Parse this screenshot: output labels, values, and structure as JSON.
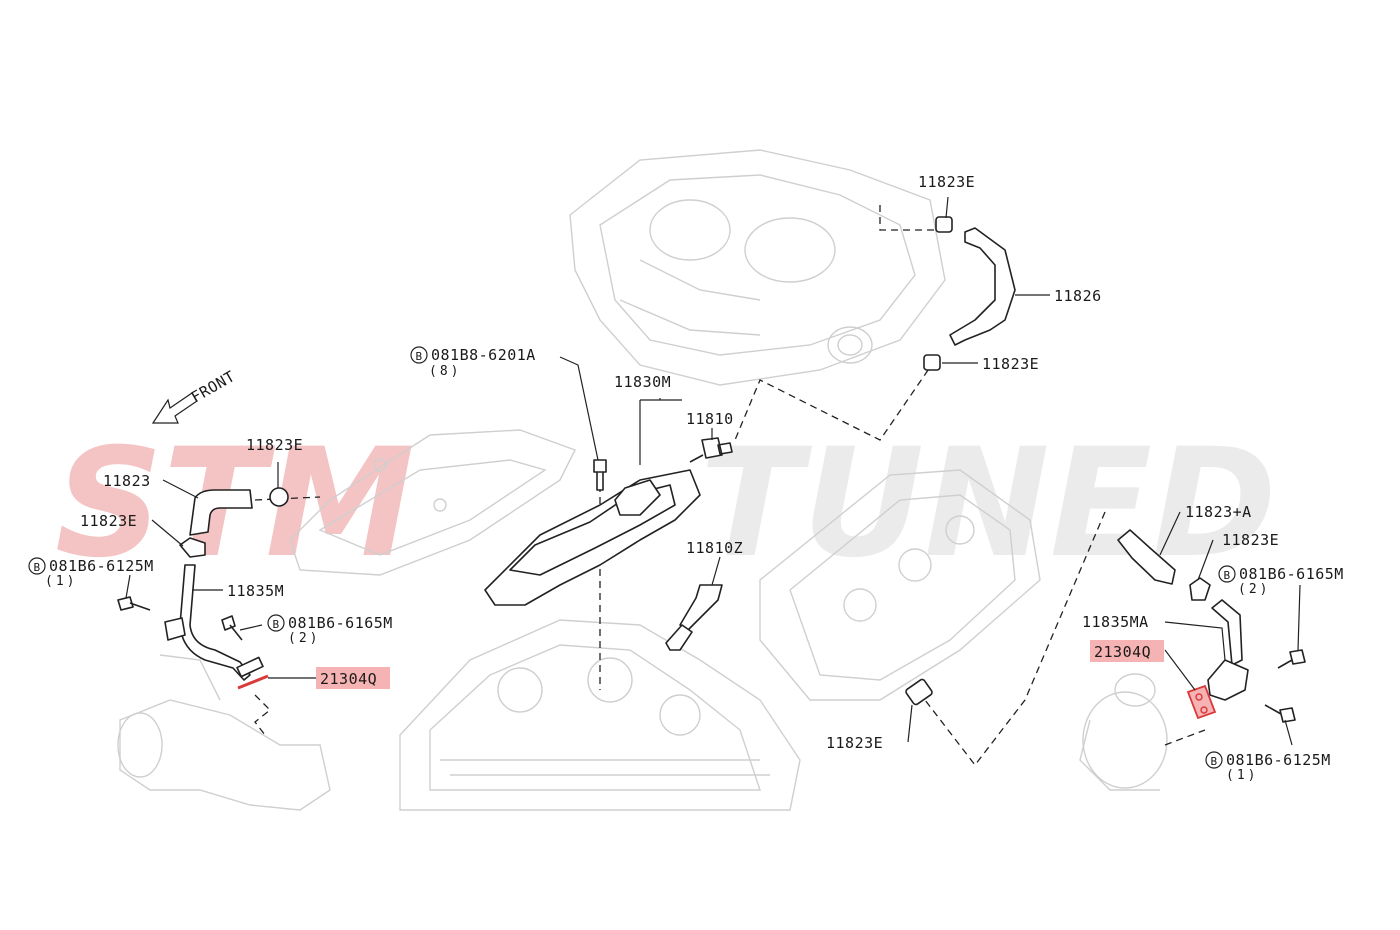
{
  "watermark": {
    "left": "STM",
    "right": "TUNED",
    "left_color": "#f4c3c3",
    "right_color": "#ebebeb"
  },
  "front_label": "FRONT",
  "highlight_color": "#f6b3b3",
  "accent_color": "#d93a3a",
  "labels": {
    "l_11823e_top": "11823E",
    "l_11826": "11826",
    "l_11823e_right": "11823E",
    "l_bolt_6201a": "081B8-6201A",
    "l_bolt_6201a_qty": "(8)",
    "l_11830m": "11830M",
    "l_11810": "11810",
    "l_11823e_left": "11823E",
    "l_11823": "11823",
    "l_11823e_left2": "11823E",
    "l_bolt_6125m_left": "081B6-6125M",
    "l_bolt_6125m_left_qty": "(1)",
    "l_11835m": "11835M",
    "l_bolt_6165m_left": "081B6-6165M",
    "l_bolt_6165m_left_qty": "(2)",
    "l_21304q_left": "21304Q",
    "l_11810z": "11810Z",
    "l_11823a": "11823+A",
    "l_11823e_r2": "11823E",
    "l_bolt_6165m_right": "081B6-6165M",
    "l_bolt_6165m_right_qty": "(2)",
    "l_11835ma": "11835MA",
    "l_21304q_right": "21304Q",
    "l_11823e_bottom": "11823E",
    "l_bolt_6125m_right": "081B6-6125M",
    "l_bolt_6125m_right_qty": "(1)"
  },
  "bolt_symbol": "B"
}
